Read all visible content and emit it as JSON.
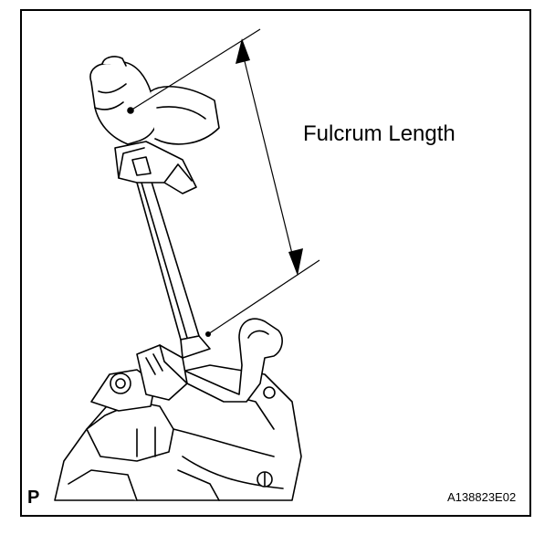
{
  "figure": {
    "dimension_label": "Fulcrum Length",
    "corner_mark": "P",
    "figure_id": "A138823E02"
  },
  "icons": [
    "hand-icon",
    "torque-wrench-icon",
    "fulcrum-arrow-icon",
    "transmission-housing-icon"
  ]
}
